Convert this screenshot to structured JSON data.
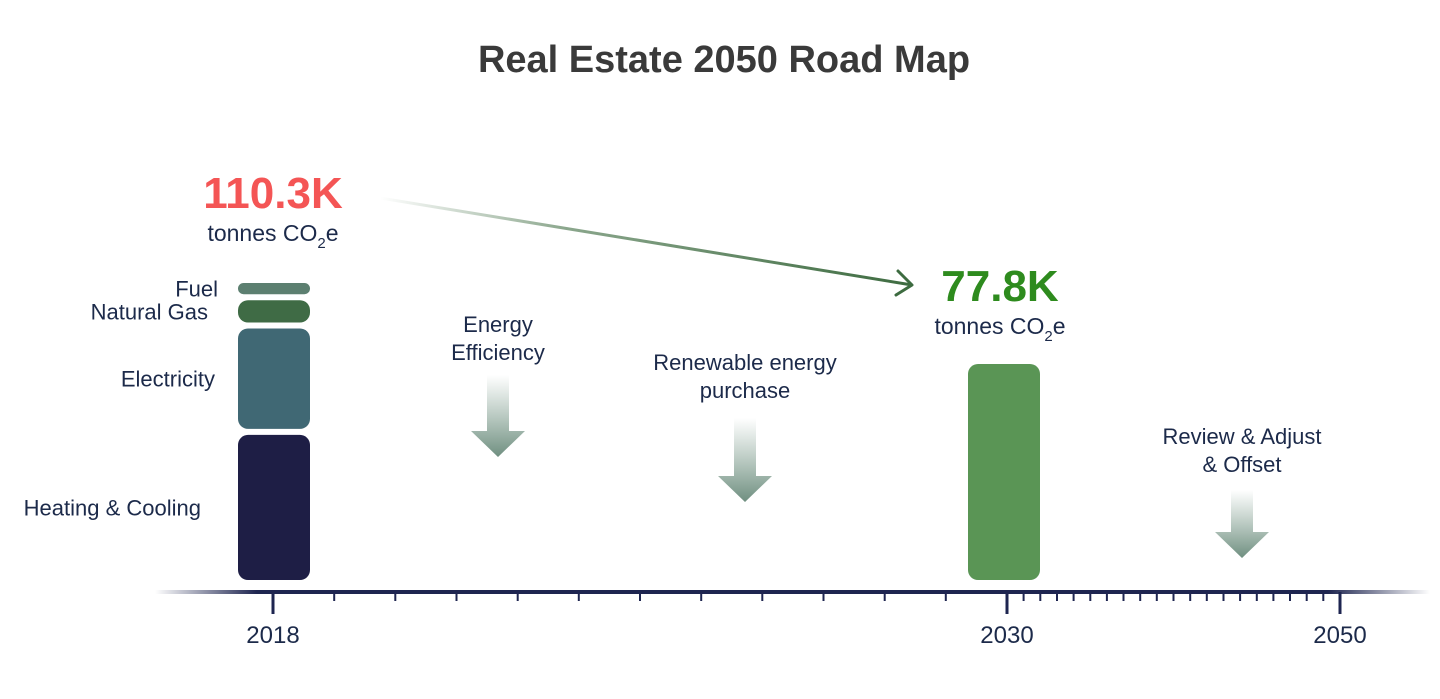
{
  "chart_data": {
    "type": "bar",
    "title": "Real Estate 2050 Road Map",
    "colors": {
      "start_value": "#f45555",
      "end_value": "#2e8b1e",
      "fuel": "#5c7f70",
      "natural_gas": "#3f6b45",
      "electricity": "#406874",
      "heating_cooling": "#1e1e45",
      "target_bar": "#5a9555",
      "axis": "#1e2550",
      "arrow": "#3d6b40"
    },
    "start": {
      "year": "2018",
      "value_label": "110.3K",
      "unit_main": "tonnes CO",
      "unit_sub": "2",
      "unit_tail": "e",
      "segments": [
        {
          "name": "Fuel",
          "fraction": 0.04
        },
        {
          "name": "Natural Gas",
          "fraction": 0.08
        },
        {
          "name": "Electricity",
          "fraction": 0.36
        },
        {
          "name": "Heating & Cooling",
          "fraction": 0.52
        }
      ]
    },
    "end": {
      "year": "2030",
      "value_label": "77.8K",
      "unit_main": "tonnes CO",
      "unit_sub": "2",
      "unit_tail": "e"
    },
    "actions": [
      {
        "lines": [
          "Energy",
          "Efficiency"
        ]
      },
      {
        "lines": [
          "Renewable energy",
          "purchase"
        ]
      },
      {
        "lines": [
          "Review & Adjust",
          "& Offset"
        ]
      }
    ],
    "x_ticks": [
      "2018",
      "2030",
      "2050"
    ]
  }
}
